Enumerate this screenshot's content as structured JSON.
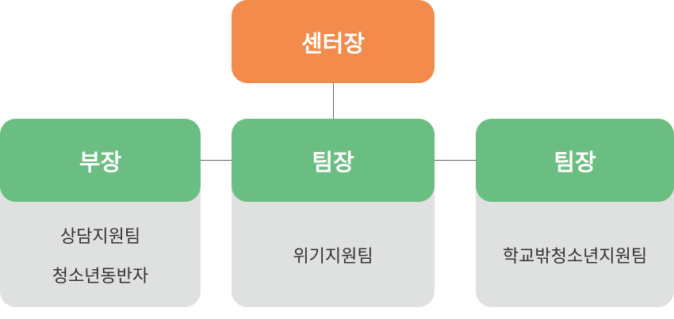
{
  "top": {
    "title": "센터장",
    "color": "#F28B4B"
  },
  "cards": [
    {
      "title": "부장",
      "items": [
        "상담지원팀",
        "청소년동반자"
      ]
    },
    {
      "title": "팀장",
      "items": [
        "위기지원팀"
      ]
    },
    {
      "title": "팀장",
      "items": [
        "학교밖청소년지원팀"
      ]
    }
  ],
  "colors": {
    "green": "#6BBE82",
    "gray": "#DFE0E0"
  }
}
